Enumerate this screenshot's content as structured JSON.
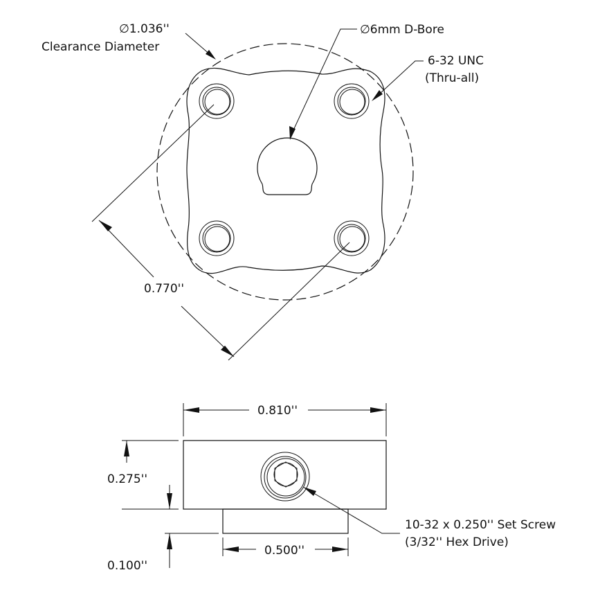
{
  "top_view": {
    "clearance_diameter_value": "∅1.036''",
    "clearance_diameter_label": "Clearance Diameter",
    "bore_label": "∅6mm D-Bore",
    "tap_label": "6-32 UNC",
    "tap_note": "(Thru-all)",
    "hole_spacing": "0.770''"
  },
  "side_view": {
    "width_dim": "0.810''",
    "height_dim": "0.275''",
    "hub_height_dim": "0.100''",
    "hub_width_dim": "0.500''",
    "set_screw_label": "10-32 x 0.250'' Set Screw",
    "set_screw_note": "(3/32'' Hex Drive)"
  }
}
